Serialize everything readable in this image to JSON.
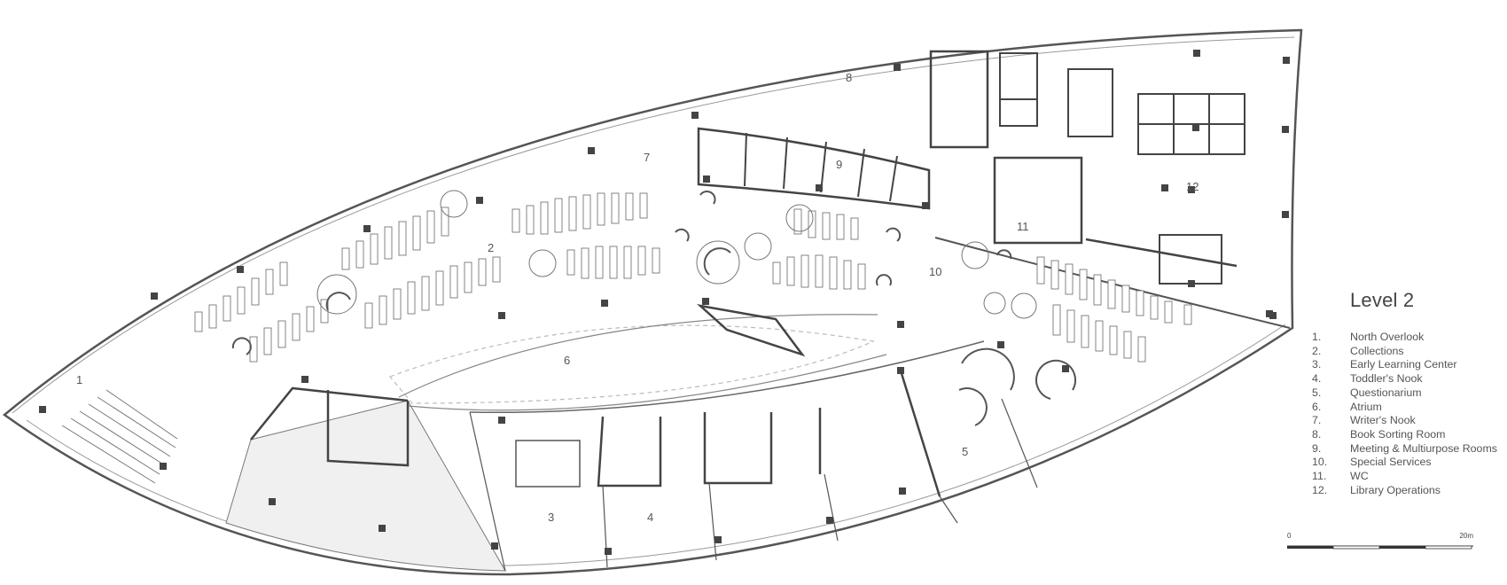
{
  "plan": {
    "room_numbers": [
      "1",
      "2",
      "3",
      "4",
      "5",
      "6",
      "7",
      "8",
      "9",
      "10",
      "11",
      "12"
    ]
  },
  "legend": {
    "title": "Level 2",
    "items": [
      {
        "num": "1.",
        "label": "North Overlook"
      },
      {
        "num": "2.",
        "label": "Collections"
      },
      {
        "num": "3.",
        "label": "Early Learning Center"
      },
      {
        "num": "4.",
        "label": "Toddler's Nook"
      },
      {
        "num": "5.",
        "label": "Questionarium"
      },
      {
        "num": "6.",
        "label": "Atrium"
      },
      {
        "num": "7.",
        "label": "Writer's Nook"
      },
      {
        "num": "8.",
        "label": "Book Sorting Room"
      },
      {
        "num": "9.",
        "label": "Meeting & Multiurpose Rooms"
      },
      {
        "num": "10.",
        "label": "Special Services"
      },
      {
        "num": "11.",
        "label": "WC"
      },
      {
        "num": "12.",
        "label": "Library Operations"
      }
    ]
  },
  "scale": {
    "zero": "0",
    "max": "20m"
  }
}
